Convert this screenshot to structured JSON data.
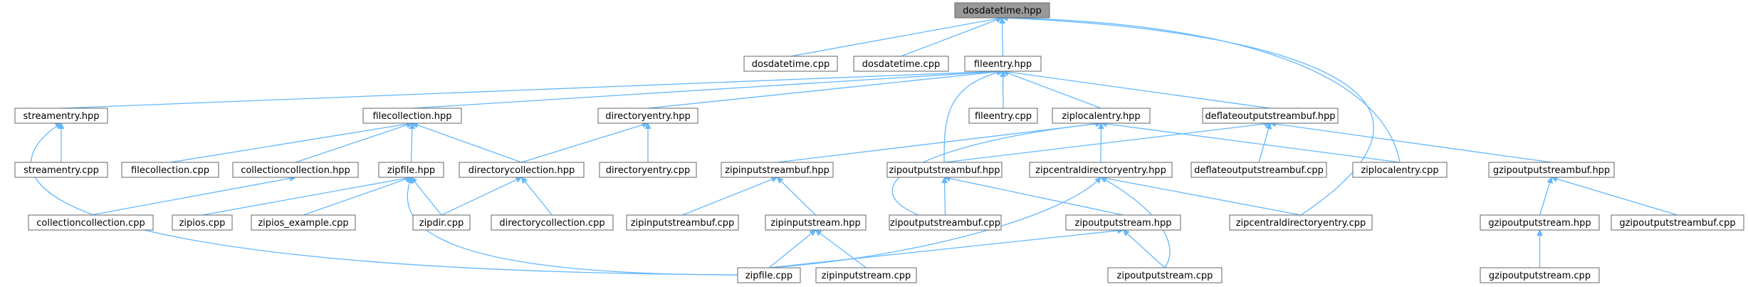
{
  "diagram": {
    "root": "dosdatetime.hpp",
    "colors": {
      "edge": "#63b8ff",
      "node_border": "#666666",
      "root_fill": "#999999",
      "node_fill": "#ffffff"
    },
    "nodes": [
      {
        "id": "dosdatetime_hpp",
        "label": "dosdatetime.hpp",
        "root": true
      },
      {
        "id": "dosdatetime_cpp_a",
        "label": "dosdatetime.cpp"
      },
      {
        "id": "dosdatetime_cpp_b",
        "label": "dosdatetime.cpp"
      },
      {
        "id": "fileentry_hpp",
        "label": "fileentry.hpp"
      },
      {
        "id": "streamentry_hpp",
        "label": "streamentry.hpp"
      },
      {
        "id": "filecollection_hpp",
        "label": "filecollection.hpp"
      },
      {
        "id": "directoryentry_hpp",
        "label": "directoryentry.hpp"
      },
      {
        "id": "fileentry_cpp",
        "label": "fileentry.cpp"
      },
      {
        "id": "ziplocalentry_hpp",
        "label": "ziplocalentry.hpp"
      },
      {
        "id": "deflateoutputstreambuf_hpp",
        "label": "deflateoutputstreambuf.hpp"
      },
      {
        "id": "streamentry_cpp",
        "label": "streamentry.cpp"
      },
      {
        "id": "filecollection_cpp",
        "label": "filecollection.cpp"
      },
      {
        "id": "collectioncollection_hpp",
        "label": "collectioncollection.hpp"
      },
      {
        "id": "zipfile_hpp",
        "label": "zipfile.hpp"
      },
      {
        "id": "directorycollection_hpp",
        "label": "directorycollection.hpp"
      },
      {
        "id": "directoryentry_cpp",
        "label": "directoryentry.cpp"
      },
      {
        "id": "zipinputstreambuf_hpp",
        "label": "zipinputstreambuf.hpp"
      },
      {
        "id": "zipoutputstreambuf_hpp",
        "label": "zipoutputstreambuf.hpp"
      },
      {
        "id": "zipcentraldirectoryentry_hpp",
        "label": "zipcentraldirectoryentry.hpp"
      },
      {
        "id": "deflateoutputstreambuf_cpp",
        "label": "deflateoutputstreambuf.cpp"
      },
      {
        "id": "ziplocalentry_cpp",
        "label": "ziplocalentry.cpp"
      },
      {
        "id": "gzipoutputstreambuf_hpp",
        "label": "gzipoutputstreambuf.hpp"
      },
      {
        "id": "collectioncollection_cpp",
        "label": "collectioncollection.cpp"
      },
      {
        "id": "zipios_cpp",
        "label": "zipios.cpp"
      },
      {
        "id": "zipios_example_cpp",
        "label": "zipios_example.cpp"
      },
      {
        "id": "zipdir_cpp",
        "label": "zipdir.cpp"
      },
      {
        "id": "directorycollection_cpp",
        "label": "directorycollection.cpp"
      },
      {
        "id": "zipinputstreambuf_cpp",
        "label": "zipinputstreambuf.cpp"
      },
      {
        "id": "zipinputstream_hpp",
        "label": "zipinputstream.hpp"
      },
      {
        "id": "zipoutputstreambuf_cpp",
        "label": "zipoutputstreambuf.cpp"
      },
      {
        "id": "zipoutputstream_hpp",
        "label": "zipoutputstream.hpp"
      },
      {
        "id": "zipcentraldirectoryentry_cpp",
        "label": "zipcentraldirectoryentry.cpp"
      },
      {
        "id": "gzipoutputstream_hpp",
        "label": "gzipoutputstream.hpp"
      },
      {
        "id": "gzipoutputstreambuf_cpp",
        "label": "gzipoutputstreambuf.cpp"
      },
      {
        "id": "zipfile_cpp",
        "label": "zipfile.cpp"
      },
      {
        "id": "zipinputstream_cpp",
        "label": "zipinputstream.cpp"
      },
      {
        "id": "zipoutputstream_cpp",
        "label": "zipoutputstream.cpp"
      },
      {
        "id": "gzipoutputstream_cpp",
        "label": "gzipoutputstream.cpp"
      }
    ],
    "edges": [
      [
        "dosdatetime_hpp",
        "dosdatetime_cpp_a"
      ],
      [
        "dosdatetime_hpp",
        "dosdatetime_cpp_b"
      ],
      [
        "dosdatetime_hpp",
        "fileentry_hpp"
      ],
      [
        "dosdatetime_hpp",
        "ziplocalentry_cpp"
      ],
      [
        "dosdatetime_hpp",
        "zipcentraldirectoryentry_cpp"
      ],
      [
        "fileentry_hpp",
        "streamentry_hpp"
      ],
      [
        "fileentry_hpp",
        "filecollection_hpp"
      ],
      [
        "fileentry_hpp",
        "directoryentry_hpp"
      ],
      [
        "fileentry_hpp",
        "fileentry_cpp"
      ],
      [
        "fileentry_hpp",
        "ziplocalentry_hpp"
      ],
      [
        "fileentry_hpp",
        "deflateoutputstreambuf_hpp"
      ],
      [
        "fileentry_hpp",
        "zipoutputstreambuf_hpp"
      ],
      [
        "streamentry_hpp",
        "streamentry_cpp"
      ],
      [
        "streamentry_hpp",
        "zipfile_cpp"
      ],
      [
        "filecollection_hpp",
        "filecollection_cpp"
      ],
      [
        "filecollection_hpp",
        "collectioncollection_hpp"
      ],
      [
        "filecollection_hpp",
        "zipfile_hpp"
      ],
      [
        "filecollection_hpp",
        "directorycollection_hpp"
      ],
      [
        "directoryentry_hpp",
        "directorycollection_hpp"
      ],
      [
        "directoryentry_hpp",
        "directoryentry_cpp"
      ],
      [
        "ziplocalentry_hpp",
        "zipinputstreambuf_hpp"
      ],
      [
        "ziplocalentry_hpp",
        "zipcentraldirectoryentry_hpp"
      ],
      [
        "ziplocalentry_hpp",
        "ziplocalentry_cpp"
      ],
      [
        "ziplocalentry_hpp",
        "zipoutputstreambuf_cpp"
      ],
      [
        "deflateoutputstreambuf_hpp",
        "zipoutputstreambuf_hpp"
      ],
      [
        "deflateoutputstreambuf_hpp",
        "deflateoutputstreambuf_cpp"
      ],
      [
        "deflateoutputstreambuf_hpp",
        "gzipoutputstreambuf_hpp"
      ],
      [
        "collectioncollection_hpp",
        "collectioncollection_cpp"
      ],
      [
        "zipfile_hpp",
        "zipios_cpp"
      ],
      [
        "zipfile_hpp",
        "zipios_example_cpp"
      ],
      [
        "zipfile_hpp",
        "zipdir_cpp"
      ],
      [
        "zipfile_hpp",
        "zipfile_cpp"
      ],
      [
        "directorycollection_hpp",
        "zipdir_cpp"
      ],
      [
        "directorycollection_hpp",
        "directorycollection_cpp"
      ],
      [
        "zipinputstreambuf_hpp",
        "zipinputstreambuf_cpp"
      ],
      [
        "zipinputstreambuf_hpp",
        "zipinputstream_hpp"
      ],
      [
        "zipoutputstreambuf_hpp",
        "zipoutputstreambuf_cpp"
      ],
      [
        "zipoutputstreambuf_hpp",
        "zipoutputstream_hpp"
      ],
      [
        "zipcentraldirectoryentry_hpp",
        "zipfile_cpp"
      ],
      [
        "zipcentraldirectoryentry_hpp",
        "zipcentraldirectoryentry_cpp"
      ],
      [
        "zipcentraldirectoryentry_hpp",
        "zipoutputstream_cpp"
      ],
      [
        "zipinputstream_hpp",
        "zipfile_cpp"
      ],
      [
        "zipinputstream_hpp",
        "zipinputstream_cpp"
      ],
      [
        "zipoutputstream_hpp",
        "zipfile_cpp"
      ],
      [
        "zipoutputstream_hpp",
        "zipoutputstream_cpp"
      ],
      [
        "gzipoutputstreambuf_hpp",
        "gzipoutputstream_hpp"
      ],
      [
        "gzipoutputstreambuf_hpp",
        "gzipoutputstreambuf_cpp"
      ],
      [
        "gzipoutputstream_hpp",
        "gzipoutputstream_cpp"
      ]
    ]
  }
}
